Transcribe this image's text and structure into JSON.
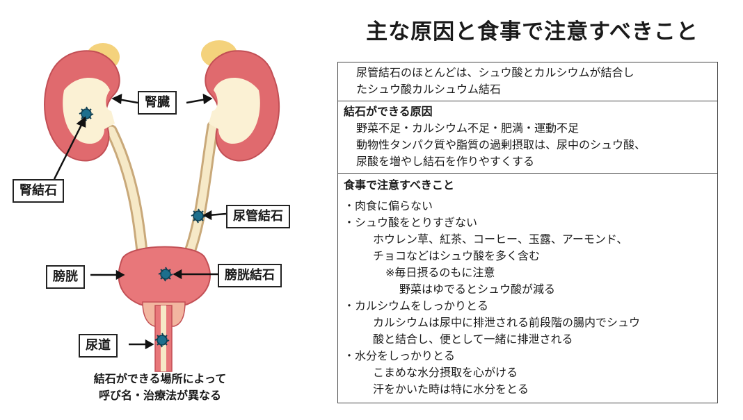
{
  "diagram": {
    "labels": {
      "kidney": "腎臓",
      "kidney_stone": "腎結石",
      "ureter_stone": "尿管結石",
      "bladder": "膀胱",
      "bladder_stone": "膀胱結石",
      "urethra": "尿道"
    },
    "caption": [
      "結石ができる場所によって",
      "呼び名・治療法が異なる"
    ],
    "colors": {
      "kidney": "#e06a6e",
      "kidney_inner": "#fbf1d4",
      "adrenal": "#f4d27c",
      "ureter": "#f6e9c7",
      "bladder": "#e8777a",
      "stone": "#1d6f8d"
    }
  },
  "title": "主な原因と食事で注意すべきこと",
  "panel": {
    "intro": [
      "尿管結石のほとんどは、シュウ酸とカルシウムが結合し",
      "たシュウ酸カルシュウム結石"
    ],
    "cause": {
      "heading": "結石ができる原因",
      "lines": [
        "野菜不足・カルシウム不足・肥満・運動不足",
        "動物性タンパク質や脂質の過剰摂取は、尿中のシュウ酸、",
        "尿酸を増やし結石を作りやすくする"
      ]
    },
    "diet": {
      "heading": "食事で注意すべきこと",
      "items": [
        {
          "text": "・肉食に偏らない",
          "level": 0
        },
        {
          "text": "・シュウ酸をとりすぎない",
          "level": 0
        },
        {
          "text": "ホウレン草、紅茶、コーヒー、玉露、アーモンド、",
          "level": 1
        },
        {
          "text": "チョコなどはシュウ酸を多く含む",
          "level": 1
        },
        {
          "text": "※毎日摂るのもに注意",
          "level": 2
        },
        {
          "text": "野菜はゆでるとシュウ酸が減る",
          "level": 3
        },
        {
          "text": "・カルシウムをしっかりとる",
          "level": 0
        },
        {
          "text": "カルシウムは尿中に排泄される前段階の腸内でシュウ",
          "level": 1
        },
        {
          "text": "酸と結合し、便として一緒に排泄される",
          "level": 1
        },
        {
          "text": "・水分をしっかりとる",
          "level": 0
        },
        {
          "text": "こまめな水分摂取を心がける",
          "level": 1
        },
        {
          "text": "汗をかいた時は特に水分をとる",
          "level": 1
        }
      ]
    }
  }
}
